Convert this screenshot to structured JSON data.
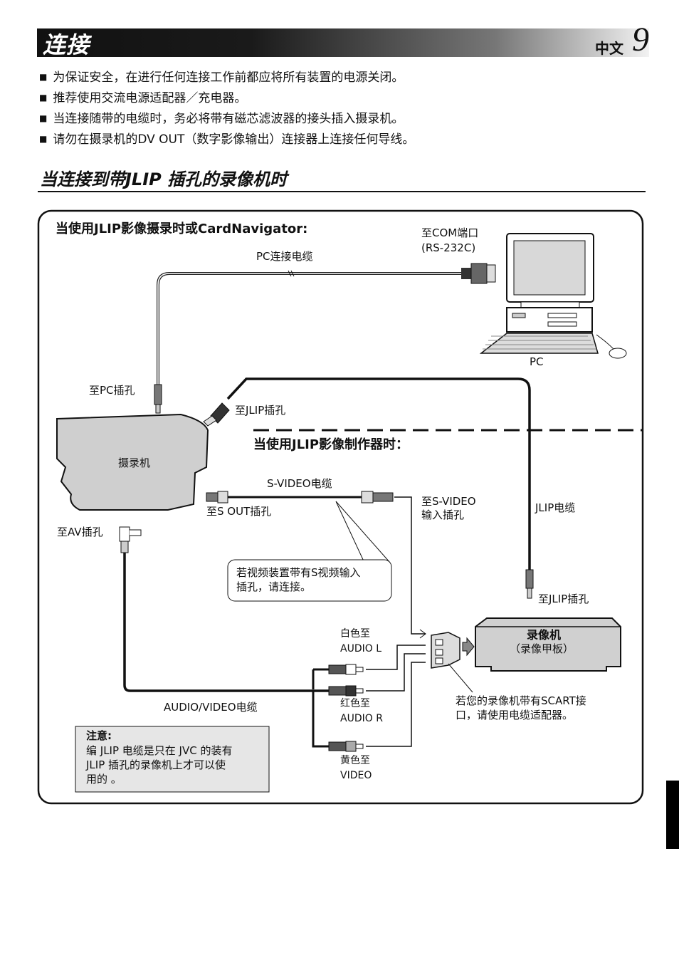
{
  "header": {
    "title": "连接",
    "language": "中文",
    "page_number": "9"
  },
  "bullets": [
    "为保证安全，在进行任何连接工作前都应将所有装置的电源关闭。",
    "推荐使用交流电源适配器／充电器。",
    "当连接随带的电缆时，务必将带有磁芯滤波器的接头插入摄录机。",
    "请勿在摄录机的DV OUT（数字影像输出）连接器上连接任何导线。"
  ],
  "section_title": "当连接到带JLIP 插孔的录像机时",
  "diagram": {
    "heading_jlip": "当使用JLIP影像摄录时或CardNavigator:",
    "heading_producer": "当使用JLIP影像制作器时：",
    "com_port": [
      "至COM端口",
      "(RS-232C)"
    ],
    "pc_cable": "PC连接电缆",
    "pc": "PC",
    "to_pc_jack": "至PC插孔",
    "to_jlip_jack": "至JLIP插孔",
    "camcorder": "摄录机",
    "svideo_cable": "S-VIDEO电缆",
    "to_s_out": "至S OUT插孔",
    "to_svideo_in": [
      "至S-VIDEO",
      "输入插孔"
    ],
    "jlip_cable": "JLIP电缆",
    "to_av_jack": "至AV插孔",
    "svideo_note": [
      "若视频装置带有S视频输入",
      "插孔，请连接。"
    ],
    "to_jlip_jack2": "至JLIP插孔",
    "white_audio": [
      "白色至",
      "AUDIO L"
    ],
    "vcr": "录像机",
    "vcr_sub": "（录像甲板）",
    "av_cable": "AUDIO/VIDEO电缆",
    "red_audio": [
      "红色至",
      "AUDIO R"
    ],
    "yellow_video": [
      "黄色至",
      "VIDEO"
    ],
    "scart_note": [
      "若您的录像机带有SCART接",
      "口，请使用电缆适配器。"
    ],
    "caution_title": "注意:",
    "caution_lines": [
      "编 JLIP 电缆是只在 JVC 的装有",
      "JLIP 插孔的录像机上才可以使",
      "用的 。"
    ]
  }
}
